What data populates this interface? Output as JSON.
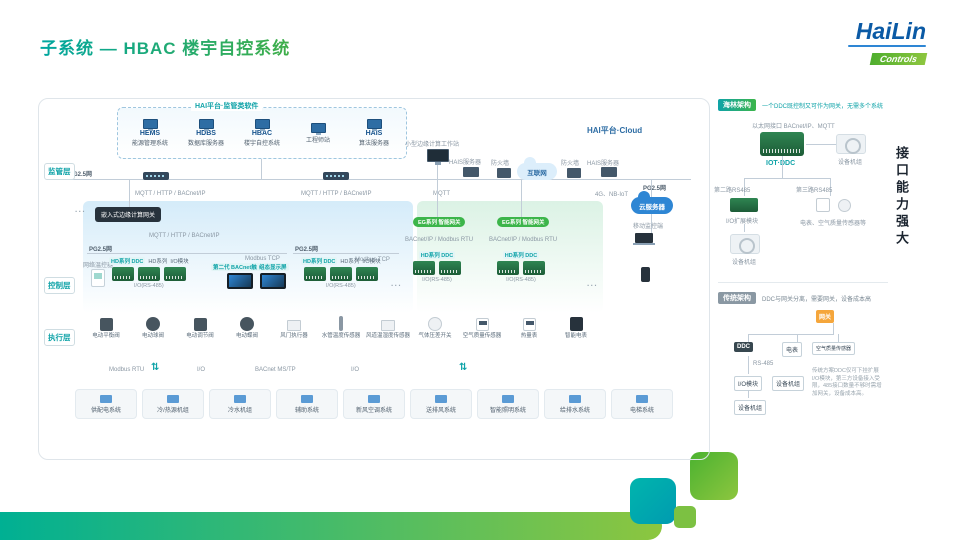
{
  "slide": {
    "title": "子系统 — HBAC 楼宇自控系统",
    "vertical_slogan": "接口能力强大"
  },
  "logo": {
    "wordmark": "HaiLin",
    "ribbon": "Controls"
  },
  "layers": {
    "supervision": "监管层",
    "control": "控制层",
    "execution": "执行层"
  },
  "platform": {
    "header": "HAI平台·监管类软件",
    "apps": [
      {
        "abbr": "HEMS",
        "name": "能源管理系统"
      },
      {
        "abbr": "HDBS",
        "name": "数据库服务器"
      },
      {
        "abbr": "HBAC",
        "name": "楼宇自控系统"
      },
      {
        "abbr": "",
        "name": "工程师站"
      },
      {
        "abbr": "HAIS",
        "name": "算法服务器"
      }
    ]
  },
  "cloud_platform": {
    "label": "HAI平台·Cloud"
  },
  "top_nodes": {
    "workstation": "小型边缘计算工作站",
    "hais_server_left": "HAIS服务器",
    "firewall_left": "防火墙",
    "internet": "互联网",
    "firewall_right": "防火墙",
    "hais_server_right": "HAIS服务器",
    "cloud_server": "云服务器",
    "mobile": "移动监控端",
    "iot_proto": "4G、NB-IoT"
  },
  "network": {
    "pg": "PG2.5网",
    "proto_http": "MQTT / HTTP / BACnet/IP",
    "mqtt": "MQTT",
    "modbus_tcp": "Modbus TCP",
    "gateway": "嵌入式边缘计算网关",
    "eg_badge": "EG系列 智能网关",
    "eg_proto": "BACnet/IP / Modbus RTU",
    "ellipsis": "···"
  },
  "control_layer": {
    "thermostat": "网络温控器",
    "ddc_badge": "HD系列 DDC",
    "hd": "HD系列",
    "io_module": "I/O模块",
    "io_bus": "I/O(RS-485)",
    "touchscreen": "第二代 BACnet触摸屏",
    "config_screen": "组态显示屏"
  },
  "field_devices": [
    "电动平衡阀",
    "电动球阀",
    "电动调节阀",
    "电动蝶阀",
    "风门执行器",
    "水管温度传感器",
    "风道温湿度传感器",
    "气体压差开关",
    "空气质量传感器",
    "热量表",
    "智能电表"
  ],
  "bus": {
    "labels": [
      "Modbus RTU",
      "I/O",
      "BACnet MS/TP",
      "I/O"
    ],
    "arrow": "⇅"
  },
  "subsystems": [
    "供配电系统",
    "冷/热源机组",
    "冷水机组",
    "辅助系统",
    "新风空调系统",
    "送排风系统",
    "智能照明系统",
    "给排水系统",
    "电梯系统"
  ],
  "right_panel": {
    "hailin": {
      "tag": "海林架构",
      "desc": "一个DDC既控制又可作为网关，无需多个系统",
      "eth_note": "以太网接口 BACnet/IP、MQTT",
      "device": "IOT·DDC",
      "unit": "设备机组",
      "branch2": "第二路RS485",
      "branch3": "第三路RS485",
      "io_module": "I/O扩展模块",
      "sensors": "电表、空气质量传感器等"
    },
    "legacy": {
      "tag": "传统架构",
      "desc": "DDC与网关分离，需要网关，设备成本高",
      "gateway": "网关",
      "ddc": "DDC",
      "meter": "电表",
      "aq": "空气质量传感器",
      "rs485": "RS-485",
      "io_module": "I/O模块",
      "unit": "设备机组",
      "note": "传统方案DDC仅可下挂扩展I/O模块，第三方设备接入受限，485接口数量不够时需增加网关，设备成本高。"
    }
  },
  "colors": {
    "accent_teal": "#0fa3a8",
    "accent_green": "#3cb54a",
    "brand_blue": "#0b5aa5"
  }
}
